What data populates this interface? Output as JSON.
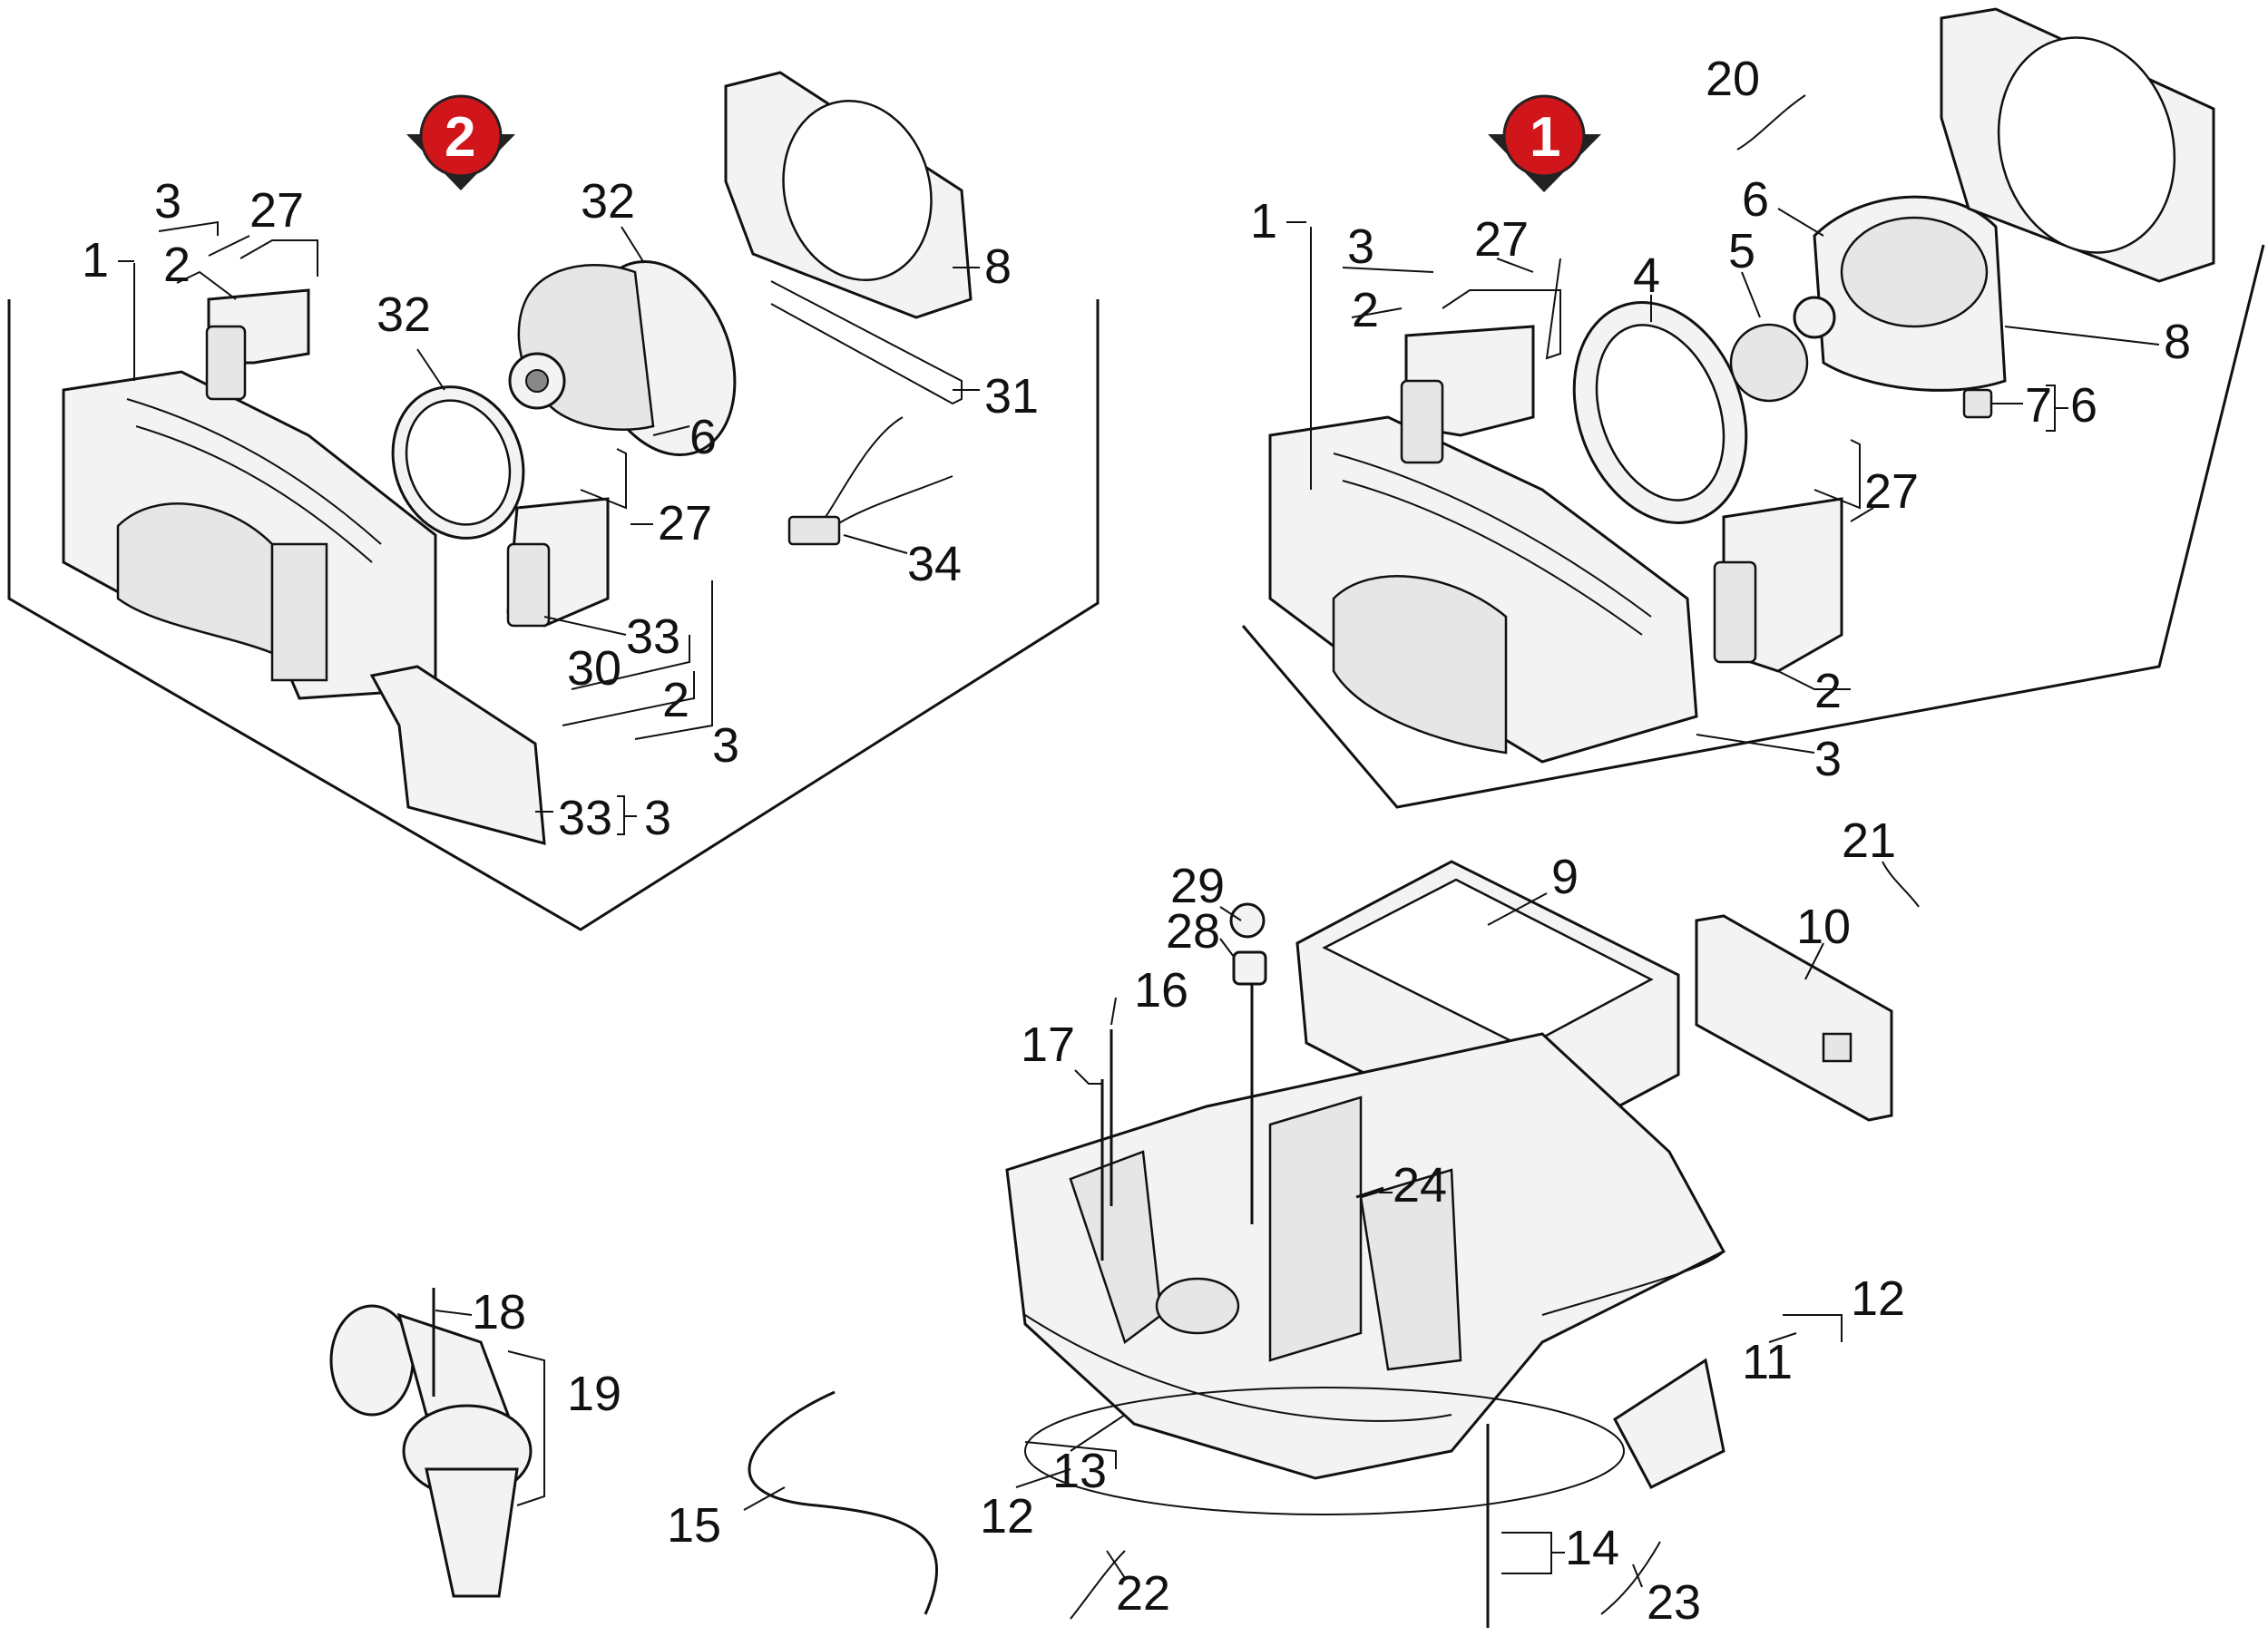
{
  "badges": {
    "variant_1": "1",
    "variant_2": "2"
  },
  "colors": {
    "badge_red": "#d0151b",
    "badge_arrow": "#222222"
  },
  "labels": {
    "v2_1": "1",
    "v2_3a": "3",
    "v2_27a": "27",
    "v2_2a": "2",
    "v2_32a": "32",
    "v2_32b": "32",
    "v2_8": "8",
    "v2_31": "31",
    "v2_6": "6",
    "v2_27b": "27",
    "v2_34": "34",
    "v2_33a": "33",
    "v2_30": "30",
    "v2_2b": "2",
    "v2_3b": "3",
    "v2_33b": "33",
    "v2_3c": "3",
    "v1_20": "20",
    "v1_1": "1",
    "v1_27a": "27",
    "v1_3a": "3",
    "v1_4": "4",
    "v1_6a": "6",
    "v1_5": "5",
    "v1_2a": "2",
    "v1_8": "8",
    "v1_7": "7",
    "v1_6b": "6",
    "v1_27b": "27",
    "v1_2b": "2",
    "v1_3b": "3",
    "b_21": "21",
    "b_9": "9",
    "b_29": "29",
    "b_28": "28",
    "b_10": "10",
    "b_16": "16",
    "b_17": "17",
    "b_24": "24",
    "b_18": "18",
    "b_19": "19",
    "b_12a": "12",
    "b_11": "11",
    "b_13": "13",
    "b_12b": "12",
    "b_15": "15",
    "b_14": "14",
    "b_22": "22",
    "b_23": "23"
  }
}
